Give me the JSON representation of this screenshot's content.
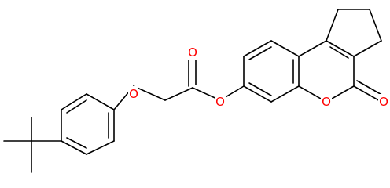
{
  "molecule": {
    "atom_labels": {
      "ether_oxygen": "O",
      "carbonyl_oxygen_left": "O",
      "ester_oxygen": "O",
      "ring_oxygen": "O",
      "lactone_carbonyl_oxygen": "O"
    },
    "colors": {
      "bond": "#000000",
      "heteroatom": "#ff0000",
      "background": "#ffffff"
    }
  }
}
